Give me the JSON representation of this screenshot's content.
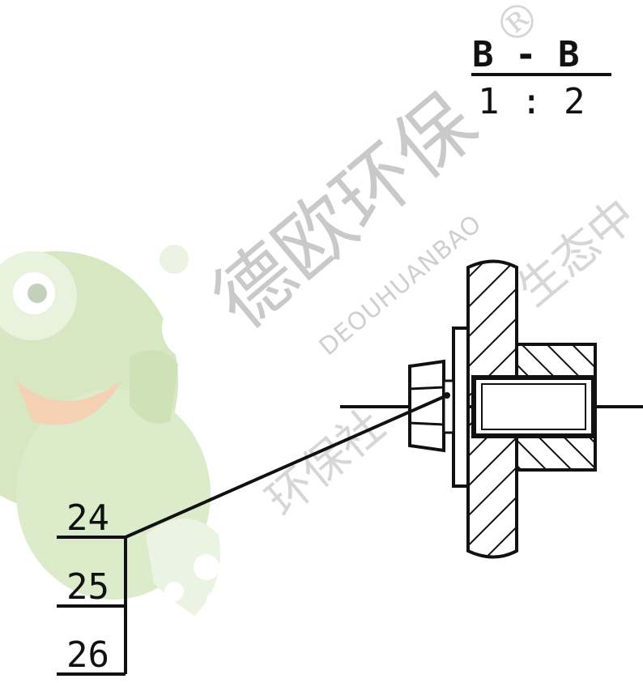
{
  "section_title": {
    "view": "B - B",
    "scale": "1 : 2"
  },
  "part_callouts": [
    "24",
    "25",
    "26"
  ],
  "watermark": {
    "brand_cn": "德欧环保",
    "brand_en": "DEOUHUANBAO",
    "registered_mark": "®",
    "slogan_cn_1": "生态中",
    "slogan_cn_2": "环保社"
  },
  "colors": {
    "line": "#111111",
    "hatch": "#111111",
    "frog_green": "#cfe3b8",
    "frog_dark": "#b9d39a",
    "frog_mouth": "#f3c9a6",
    "watermark_grey": "#c9c9c9"
  }
}
